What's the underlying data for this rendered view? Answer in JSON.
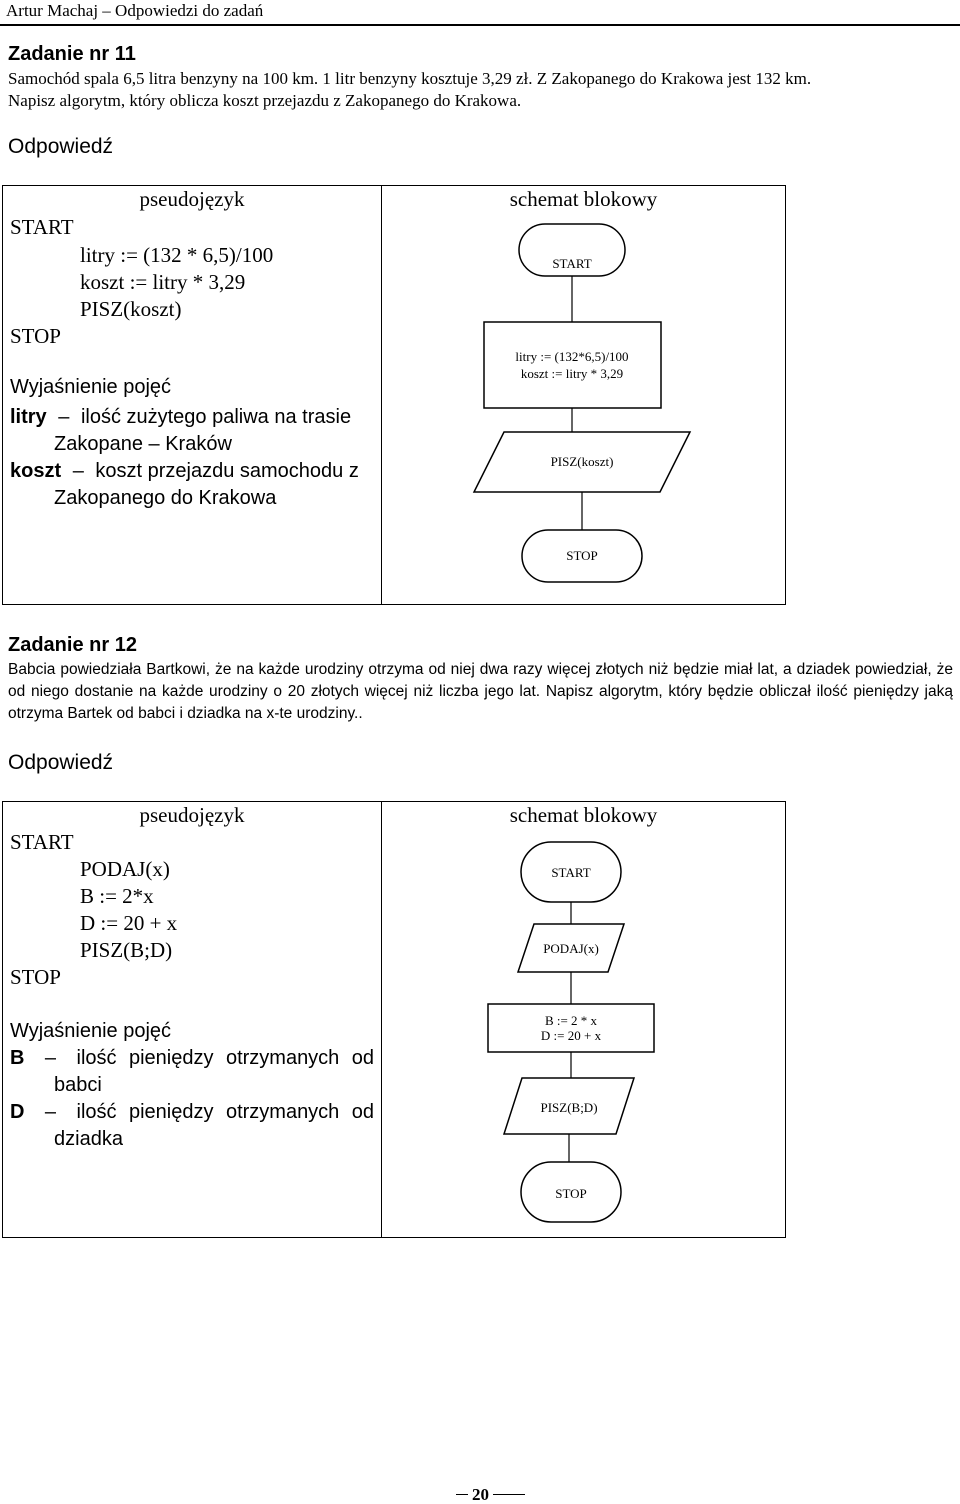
{
  "header": {
    "title": "Artur Machaj – Odpowiedzi do zadań"
  },
  "task11": {
    "title": "Zadanie nr 11",
    "text_line1": "Samochód spala 6,5 litra benzyny na 100 km. 1 litr benzyny kosztuje 3,29 zł. Z Zakopanego do Krakowa jest 132 km.",
    "text_line2": "Napisz algorytm, który oblicza koszt przejazdu z Zakopanego do Krakowa.",
    "answer_label": "Odpowiedź",
    "pseudo_header": "pseudojęzyk",
    "flow_header": "schemat blokowy",
    "pseudo": {
      "start": "START",
      "line1": "litry := (132 * 6,5)/100",
      "line2": "koszt := litry * 3,29",
      "line3": "PISZ(koszt)",
      "stop": "STOP"
    },
    "explanation": {
      "title": "Wyjaśnienie pojęć",
      "items": [
        {
          "term": "litry",
          "desc": "ilość zużytego paliwa na trasie Zakopane – Kraków"
        },
        {
          "term": "koszt",
          "desc": "koszt przejazdu samochodu z Zakopanego do Krakowa"
        }
      ],
      "dash": "–"
    },
    "flowchart": {
      "start": "START",
      "process_line1": "litry := (132*6,5)/100",
      "process_line2": "koszt := litry * 3,29",
      "output": "PISZ(koszt)",
      "stop": "STOP"
    }
  },
  "task12": {
    "title": "Zadanie nr 12",
    "text": "Babcia powiedziała Bartkowi, że na każde urodziny otrzyma od niej dwa razy więcej złotych niż będzie miał lat, a dziadek powiedział, że od niego dostanie na każde urodziny o 20 złotych więcej niż liczba jego lat. Napisz algorytm, który będzie obliczał ilość pieniędzy jaką otrzyma Bartek od babci i dziadka na x-te urodziny..",
    "answer_label": "Odpowiedź",
    "pseudo_header": "pseudojęzyk",
    "flow_header": "schemat blokowy",
    "pseudo": {
      "start": "START",
      "line1": "PODAJ(x)",
      "line2": "B := 2*x",
      "line3": "D := 20 + x",
      "line4": "PISZ(B;D)",
      "stop": "STOP"
    },
    "explanation": {
      "title": "Wyjaśnienie pojęć",
      "items": [
        {
          "term": "B",
          "desc": "ilość pieniędzy otrzymanych od babci"
        },
        {
          "term": "D",
          "desc": "ilość pieniędzy otrzymanych od dziadka"
        }
      ],
      "dash": "–"
    },
    "flowchart": {
      "start": "START",
      "input": "PODAJ(x)",
      "process_line1": "B := 2 * x",
      "process_line2": "D := 20 + x",
      "output": "PISZ(B;D)",
      "stop": "STOP"
    }
  },
  "footer": {
    "page_number": "20"
  }
}
